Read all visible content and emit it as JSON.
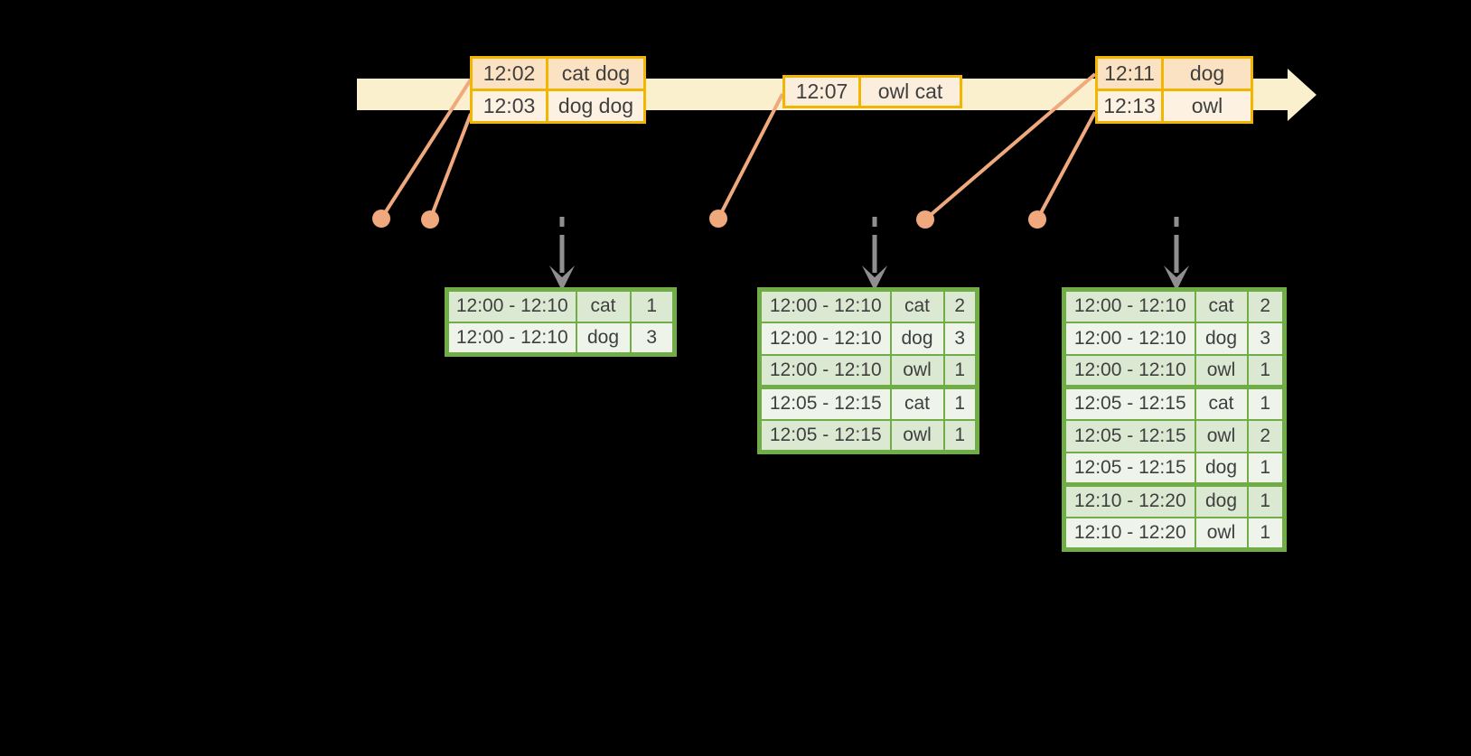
{
  "title": "streaming windowed word-count diagram",
  "event_tables": [
    {
      "rows": [
        {
          "time": "12:02",
          "words": "cat dog"
        },
        {
          "time": "12:03",
          "words": "dog dog"
        }
      ]
    },
    {
      "rows": [
        {
          "time": "12:07",
          "words": "owl cat"
        }
      ]
    },
    {
      "rows": [
        {
          "time": "12:11",
          "words": "dog"
        },
        {
          "time": "12:13",
          "words": "owl"
        }
      ]
    }
  ],
  "result_tables": [
    {
      "rows": [
        {
          "window": "12:00 - 12:10",
          "word": "cat",
          "count": "1"
        },
        {
          "window": "12:00 - 12:10",
          "word": "dog",
          "count": "3"
        }
      ]
    },
    {
      "rows": [
        {
          "window": "12:00 - 12:10",
          "word": "cat",
          "count": "2"
        },
        {
          "window": "12:00 - 12:10",
          "word": "dog",
          "count": "3"
        },
        {
          "window": "12:00 - 12:10",
          "word": "owl",
          "count": "1"
        },
        {
          "window": "12:05 - 12:15",
          "word": "cat",
          "count": "1"
        },
        {
          "window": "12:05 - 12:15",
          "word": "owl",
          "count": "1"
        }
      ]
    },
    {
      "rows": [
        {
          "window": "12:00 - 12:10",
          "word": "cat",
          "count": "2"
        },
        {
          "window": "12:00 - 12:10",
          "word": "dog",
          "count": "3"
        },
        {
          "window": "12:00 - 12:10",
          "word": "owl",
          "count": "1"
        },
        {
          "window": "12:05 - 12:15",
          "word": "cat",
          "count": "1"
        },
        {
          "window": "12:05 - 12:15",
          "word": "owl",
          "count": "2"
        },
        {
          "window": "12:05 - 12:15",
          "word": "dog",
          "count": "1"
        },
        {
          "window": "12:10 - 12:20",
          "word": "dog",
          "count": "1"
        },
        {
          "window": "12:10 - 12:20",
          "word": "owl",
          "count": "1"
        }
      ]
    }
  ],
  "markers": {
    "event_dot_count": 5,
    "trigger_arrow_count": 3
  },
  "colors": {
    "background": "#000000",
    "timeline_band": "#FAF0CE",
    "event_border": "#F2B600",
    "event_row_dark": "#FBE2C3",
    "event_row_light": "#FDF2E2",
    "event_row_mid": "#FCEEDC",
    "result_border": "#70AD47",
    "result_row_dark": "#DCE9D2",
    "result_row_light": "#EEF4EA",
    "connector": "#EFA97C",
    "trigger_arrow": "#8F8F8F",
    "text": "#3F3F3F"
  }
}
